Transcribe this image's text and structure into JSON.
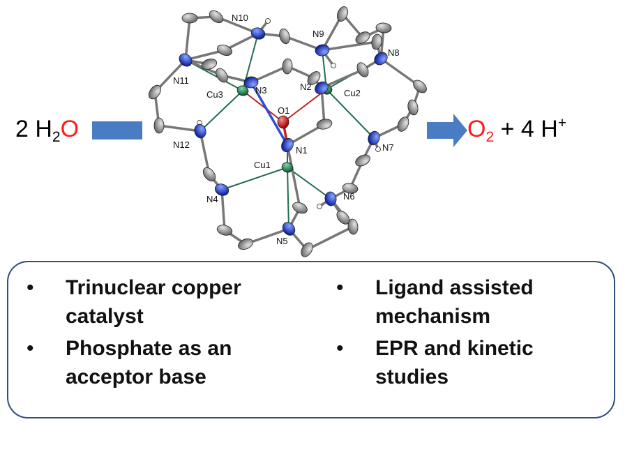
{
  "reaction": {
    "left": {
      "coef": "2 H",
      "sub": "2",
      "element": "O"
    },
    "right": {
      "o": "O",
      "o_sub": "2",
      "plus_text": " + 4 H",
      "sup": "+"
    }
  },
  "atoms": [
    {
      "id": "Cu1",
      "type": "cu",
      "label": "Cu1"
    },
    {
      "id": "Cu2",
      "type": "cu",
      "label": "Cu2"
    },
    {
      "id": "Cu3",
      "type": "cu",
      "label": "Cu3"
    },
    {
      "id": "O1",
      "type": "o",
      "label": "O1"
    },
    {
      "id": "N1",
      "type": "n",
      "label": "N1"
    },
    {
      "id": "N2",
      "type": "n",
      "label": "N2"
    },
    {
      "id": "N3",
      "type": "n",
      "label": "N3"
    },
    {
      "id": "N4",
      "type": "n",
      "label": "N4"
    },
    {
      "id": "N5",
      "type": "n",
      "label": "N5"
    },
    {
      "id": "N6",
      "type": "n",
      "label": "N6"
    },
    {
      "id": "N7",
      "type": "n",
      "label": "N7"
    },
    {
      "id": "N8",
      "type": "n",
      "label": "N8"
    },
    {
      "id": "N9",
      "type": "n",
      "label": "N9"
    },
    {
      "id": "N10",
      "type": "n",
      "label": "N10"
    },
    {
      "id": "N11",
      "type": "n",
      "label": "N11"
    },
    {
      "id": "N12",
      "type": "n",
      "label": "N12"
    }
  ],
  "bullets": {
    "marker": "•",
    "left": [
      {
        "lines": [
          "Trinuclear copper",
          "catalyst"
        ]
      },
      {
        "lines": [
          "Phosphate as an",
          "acceptor base"
        ]
      }
    ],
    "right": [
      {
        "lines": [
          "Ligand assisted",
          "mechanism"
        ]
      },
      {
        "lines": [
          "EPR and kinetic",
          "studies"
        ]
      }
    ]
  },
  "colors": {
    "cu": "#1f8a5a",
    "n": "#1f3fd6",
    "o": "#e01010",
    "c": "#8c8c8c",
    "h": "#f4f4f4",
    "accent_text": "#ff1a1a",
    "arrow": "#4a7cc4",
    "box_border": "#2f4f7f"
  }
}
